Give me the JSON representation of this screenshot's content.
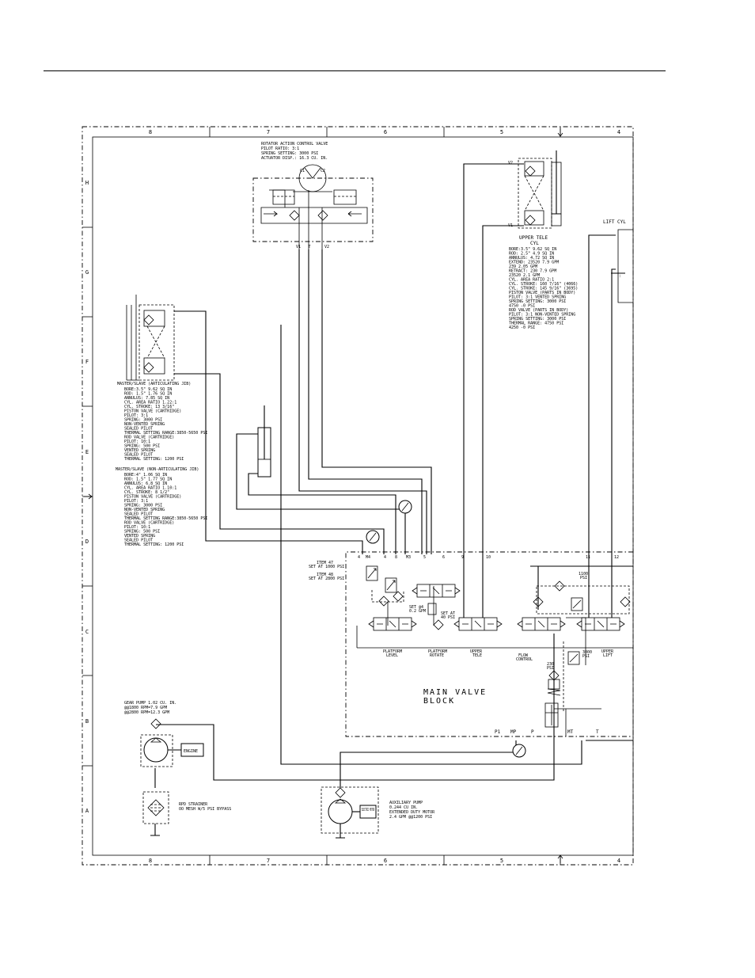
{
  "border": {
    "columns": [
      "8",
      "7",
      "6",
      "5",
      "4"
    ],
    "rows": [
      "H",
      "G",
      "F",
      "E",
      "D",
      "C",
      "B",
      "A"
    ]
  },
  "rotator": {
    "title": "ROTATOR ACTION CONTROL VALVE",
    "lines": [
      "PILOT RATIO: 3:1",
      "SPRING SETTING: 3000 PSI",
      "ACTUATOR DISP.: 16.3 CU. IN."
    ],
    "port_c1": "C1",
    "port_c2": "C2",
    "port_v1": "V1",
    "port_t": "T",
    "port_v2": "V2"
  },
  "upper_tele": {
    "port_v1": "V1",
    "port_v2": "V2",
    "title": "UPPER TELE",
    "subtitle": "CYL",
    "specs": [
      "BORE:3.5\" 9.62 SQ IN",
      "ROD: 2.5\" 4.9 SQ IN",
      "ANNULUS: 4.72 SQ IN",
      "EXTEND: 23520 7.9 GPM",
      "  239 2.05 GPM",
      "RETRACT: 230 7.9 GPM",
      "  23520 2.1 GPM",
      "CYL. AREA RATIO 2:1",
      "CYL. STROKE: 160 7/16\" (4066)",
      "CYL. STROKE: 145 9/16\" (3695)",
      "PISTON VALVE (PARTS IN BODY)",
      "  PILOT: 3:1 VENTED SPRING",
      "  SPRING SETTING: 3000 PSI",
      "  4750 -0 PSI",
      "ROD VALVE (PARTS IN BODY)",
      "  PILOT: 3:1 NON-VENTED SPRING",
      "  SPRING SETTING: 3000 PSI",
      "  THERMAL RANGE: 4750 PSI",
      "  4250 -0 PSI"
    ]
  },
  "lift_cyl": {
    "label": "LIFT CYL"
  },
  "master_slave_art": {
    "title": "MASTER/SLAVE (ARTICULATING JIB)",
    "specs": [
      "BORE:3.5\" 9.62 SQ IN",
      "ROD: 1.5\" 1.76 SQ IN",
      "ANNULUS: 7.85 SQ IN",
      "CYL. AREA RATIO 1.22:1",
      "CYL. STROKE: 13 3/16\"",
      "PISTON VALVE (CARTRIDGE)",
      "  PILOT: 3:1",
      "  SPRING: 3000 PSI",
      "  NON-VENTED SPRING",
      "  SEALED PILOT",
      "  THERMAL SETTING RANGE:3850-5650 PSI",
      "ROD VALVE (CARTRIDGE)",
      "  PILOT: 10:1",
      "  SPRING: 500 PSI",
      "  VENTED SPRING",
      "  SEALED PILOT",
      "  THERMAL SETTING: 1200 PSI"
    ]
  },
  "master_slave_nonart": {
    "title": "MASTER/SLAVE (NON-ARTICULATING JIB)",
    "specs": [
      "BORE:4\" 1.06 SQ IN",
      "ROD: 1.5\" 1.77 SQ IN",
      "ANNULUS: 6.8 SQ IN",
      "CYL. AREA RATIO 1.10:1",
      "CYL. STROKE: 8 1/2\"",
      "PISTON VALVE (CARTRIDGE)",
      "  PILOT: 3:1",
      "  SPRING: 3000 PSI",
      "  NON-VENTED SPRING",
      "  SEALED PILOT",
      "  THERMAL SETTING RANGE:3850-5650 PSI",
      "ROD VALVE (CARTRIDGE)",
      "  PILOT: 10:1",
      "  SPRING: 500 PSI",
      "  VENTED SPRING",
      "  SEALED PILOT",
      "  THERMAL SETTING: 1200 PSI"
    ]
  },
  "ports": {
    "p4": "4",
    "m4": "M4",
    "p4b": "4",
    "p8": "8",
    "m3": "M3",
    "p5": "5",
    "p6": "6",
    "p9": "9",
    "p10": "10",
    "p11": "11",
    "p12": "12"
  },
  "items": {
    "item47": "ITEM 47",
    "item47_set": "SET AT 1000 PSI",
    "item48": "ITEM 48",
    "item48_set": "SET AT 2800 PSI",
    "set_gpm_1": "SET @4",
    "set_gpm_2": "0.2 GPM",
    "set_psi_1": "SET AT",
    "set_psi_2": "40 PSI",
    "relief_1100": "1100",
    "relief_1100_psi": "PSI",
    "relief_3000": "3000",
    "relief_3000_psi": "PSI",
    "relief_230": "230",
    "relief_230_psi": "PSI"
  },
  "sections": {
    "platform_level": [
      "PLATFORM",
      "LEVEL"
    ],
    "platform_rotate": [
      "PLATFORM",
      "ROTATE"
    ],
    "upper_tele": [
      "UPPER",
      "TELE"
    ],
    "flow_control": [
      "FLOW",
      "CONTROL"
    ],
    "upper_lift": [
      "UPPER",
      "LIFT"
    ]
  },
  "main_valve": {
    "line1": "MAIN VALVE",
    "line2": "BLOCK"
  },
  "bottom_ports": {
    "p1": "P1",
    "mp": "MP",
    "p": "P",
    "mt": "MT",
    "t": "T"
  },
  "gear_pump": {
    "lines": [
      "GEAR PUMP 1.02 CU. IN.",
      "@@1800 RPM=7.9 GPM",
      "@@2800 RPM=12.3 GPM"
    ],
    "engine": "ENGINE"
  },
  "strainer": {
    "lines": [
      "RPD STRAINER",
      "OO MESH W/5 PSI BYPASS"
    ]
  },
  "aux_pump": {
    "motor": "ELECTRIC MOTOR",
    "lines": [
      "AUXILIARY PUMP",
      "0.244 CU IN.",
      "EXTENDED DUTY MOTOR",
      "2.4 GPM @@1200 PSI"
    ]
  }
}
